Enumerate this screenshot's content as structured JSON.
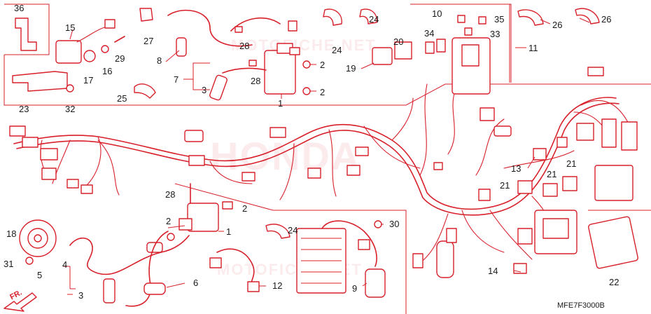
{
  "diagram": {
    "code": "MFE7F3000B",
    "direction_label": "FR.",
    "watermarks": [
      "MOTOFICHE.NET",
      "HONDA",
      "MOTOFICHE.NET"
    ]
  },
  "callouts": {
    "c1a": "1",
    "c1b": "1",
    "c2a": "2",
    "c2b": "2",
    "c2c": "2",
    "c2d": "2",
    "c3a": "3",
    "c3b": "3",
    "c4": "4",
    "c5": "5",
    "c6": "6",
    "c7": "7",
    "c8": "8",
    "c9": "9",
    "c10": "10",
    "c11": "11",
    "c12": "12",
    "c13": "13",
    "c14": "14",
    "c15": "15",
    "c16": "16",
    "c17": "17",
    "c18": "18",
    "c19": "19",
    "c20": "20",
    "c21a": "21",
    "c21b": "21",
    "c21c": "21",
    "c22": "22",
    "c23": "23",
    "c24a": "24",
    "c24b": "24",
    "c24c": "24",
    "c25": "25",
    "c26a": "26",
    "c26b": "26",
    "c27": "27",
    "c28a": "28",
    "c28b": "28",
    "c28c": "28",
    "c29": "29",
    "c30": "30",
    "c31": "31",
    "c32": "32",
    "c33": "33",
    "c34": "34",
    "c35": "35",
    "c36": "36"
  },
  "colors": {
    "line": "#d8202a",
    "text": "#1a1a1a",
    "background": "#ffffff"
  }
}
